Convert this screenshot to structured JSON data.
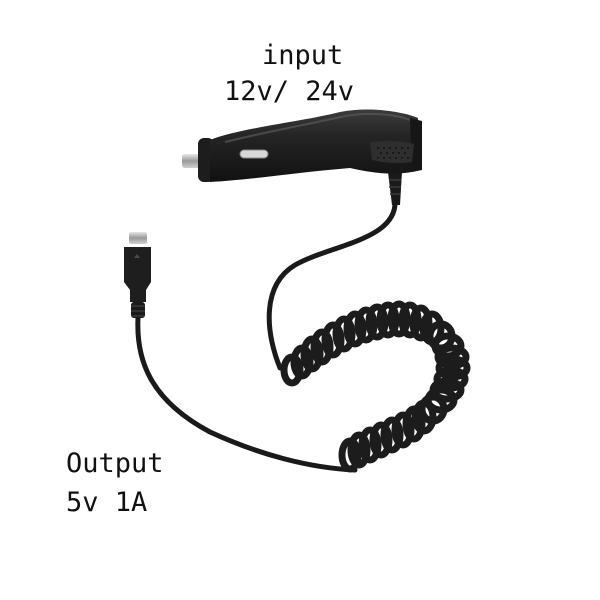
{
  "product": {
    "name": "car charger with coiled cable and micro USB connector",
    "colors": {
      "body": "#1e1e1e",
      "highlight": "#4a4a4a",
      "metal": "#c8c8c8",
      "background": "#ffffff",
      "text": "#111111"
    }
  },
  "labels": {
    "input_title": "input",
    "input_voltage": "12v/ 24v",
    "output_title": "Output",
    "output_rating": "5v 1A"
  }
}
